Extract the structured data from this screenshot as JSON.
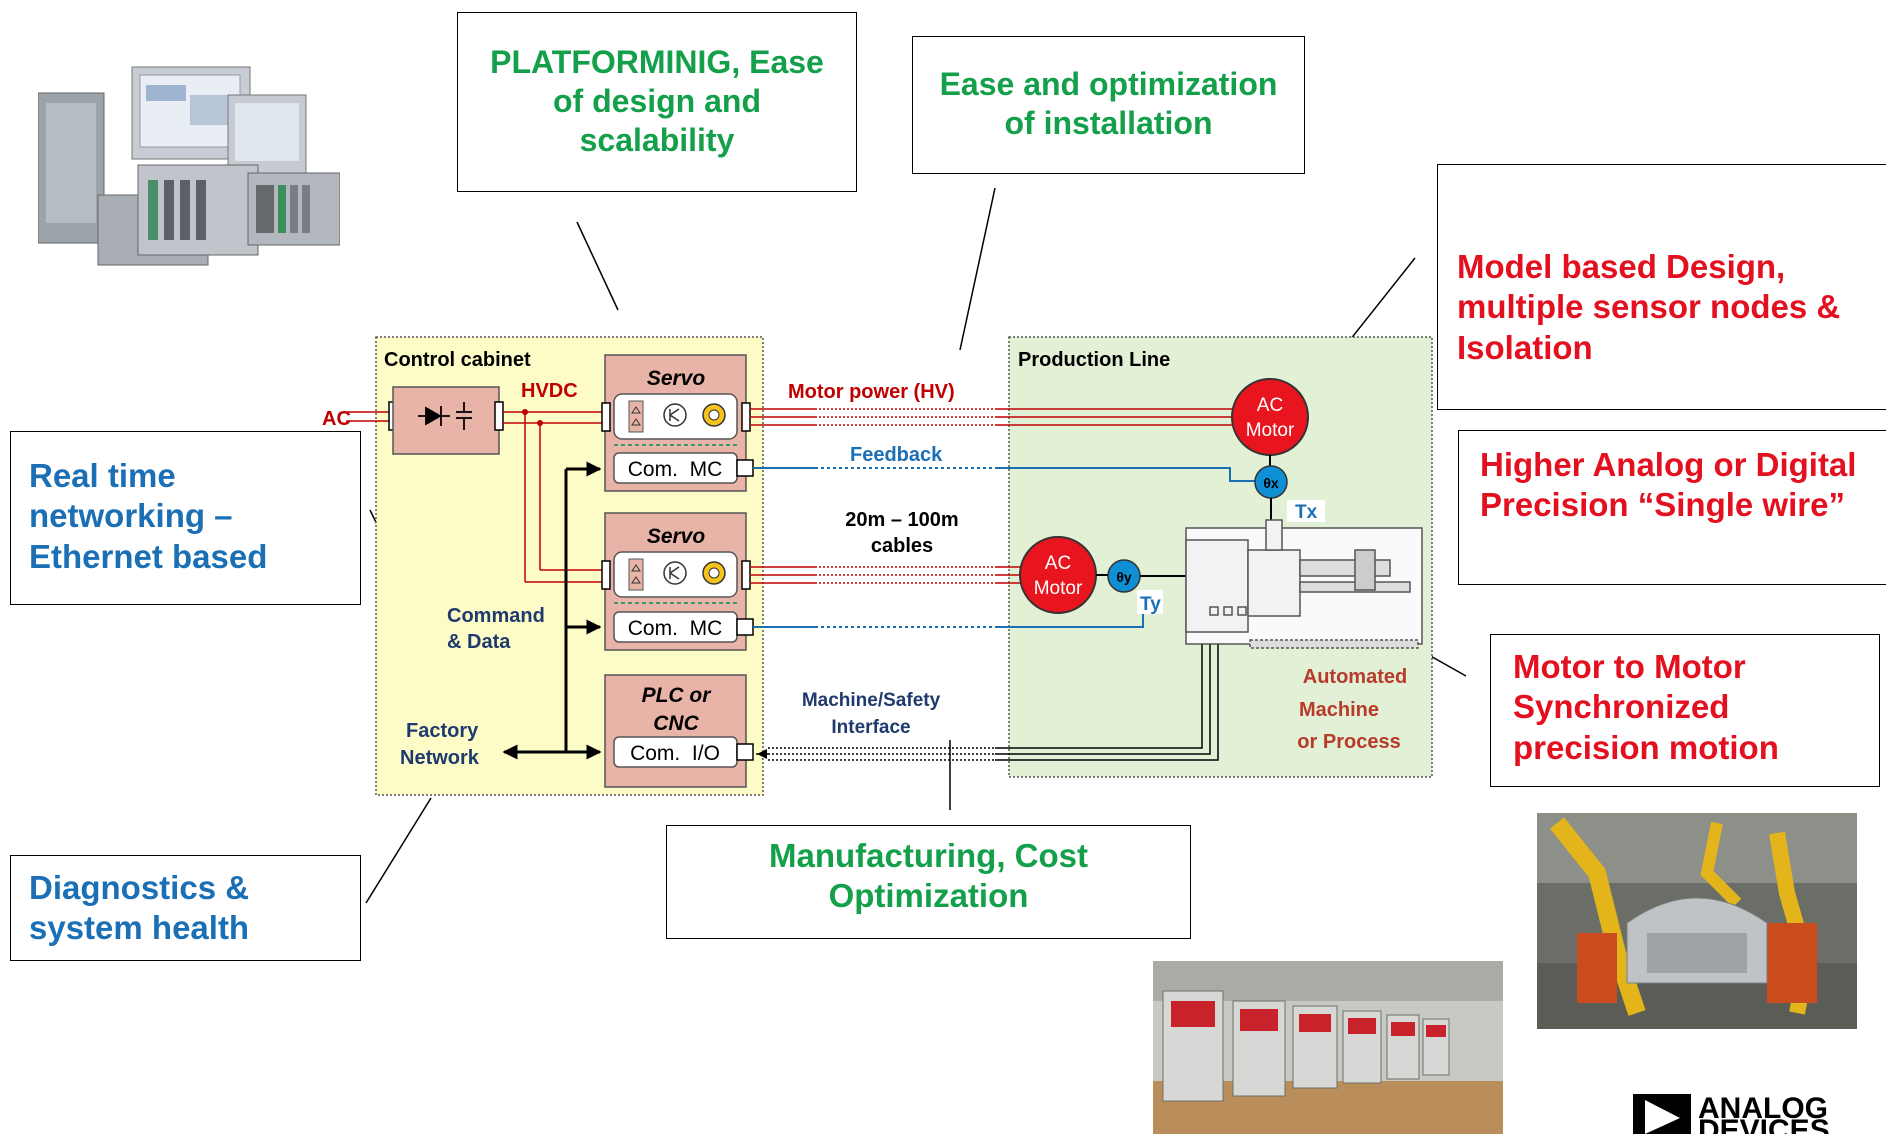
{
  "callouts": {
    "platforming": "PLATFORMINIG, Ease of design and scalability",
    "installation": "Ease and optimization of installation",
    "model_based": "Model based Design, multiple sensor nodes & Isolation",
    "precision": "Higher Analog or Digital Precision “Single wire”",
    "sync": "Motor to Motor Synchronized precision motion",
    "realtime": "Real time networking – Ethernet based",
    "diagnostics": "Diagnostics & system health",
    "manufacturing": "Manufacturing, Cost Optimization"
  },
  "cabinet": {
    "title": "Control cabinet",
    "ac": "AC",
    "hvdc": "HVDC",
    "servo1": "Servo",
    "servo2": "Servo",
    "com_mc_1": "Com.  MC",
    "com_mc_2": "Com.  MC",
    "plc_line1": "PLC or",
    "plc_line2": "CNC",
    "com_io": "Com.  I/O",
    "command_line1": "Command",
    "command_line2": "& Data",
    "factory_line1": "Factory",
    "factory_line2": "Network"
  },
  "cables": {
    "motor_power": "Motor power (HV)",
    "feedback": "Feedback",
    "length_line1": "20m – 100m",
    "length_line2": "cables",
    "interface_line1": "Machine/Safety",
    "interface_line2": "Interface"
  },
  "production": {
    "title": "Production Line",
    "motor_top_line1": "AC",
    "motor_top_line2": "Motor",
    "motor_mid_line1": "AC",
    "motor_mid_line2": "Motor",
    "theta_x": "θx",
    "theta_y": "θy",
    "tx": "Tx",
    "ty": "Ty",
    "automated_line1": "Automated",
    "automated_line2": "Machine",
    "automated_line3": "or Process"
  },
  "logo": {
    "line1": "ANALOG",
    "line2": "DEVICES"
  },
  "colors": {
    "callout_green": "#14a04a",
    "callout_blue": "#1a6fb5",
    "callout_red": "#e3101f",
    "cabinet_fill": "#fdfcc6",
    "production_fill": "#e2f0d6",
    "servo_fill": "#e8b4a8",
    "power_line": "#c00000",
    "feedback_line": "#1a6fb5",
    "motor_red": "#e8141e"
  },
  "icons": [
    "plc-hardware-photo",
    "robot-assembly-photo",
    "servo-drives-photo",
    "analog-devices-logo"
  ]
}
